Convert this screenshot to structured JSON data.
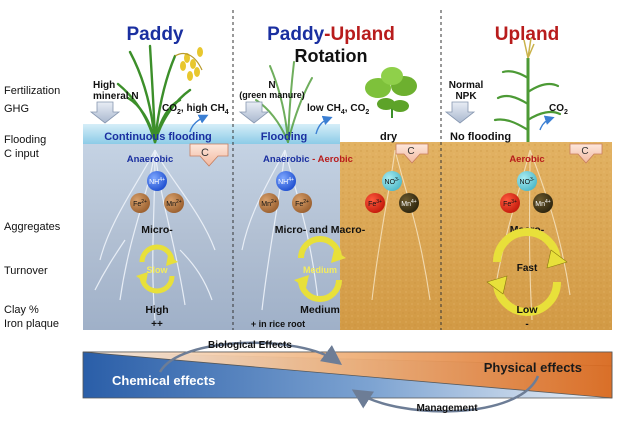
{
  "colors": {
    "paddy_title": "#1a2fa0",
    "upland_title": "#b81c1c",
    "soil_paddy": "#b9c6d8",
    "soil_upland": "#dba752",
    "water": "#a9d8ee",
    "chemical_arrow": "#2a5ea8",
    "physical_arrow": "#d9691e",
    "turnover_arrow": "#e8e03a"
  },
  "icons": [
    "down-arrow-icon",
    "curved-arrow-icon",
    "carbon-input-arrow-icon",
    "rice-plant-icon",
    "vegetable-plant-icon",
    "maize-plant-icon",
    "rotation-cycle-icon",
    "root-system-icon"
  ],
  "titles": {
    "paddy": "Paddy",
    "rotation_a": "Paddy",
    "rotation_dash": "-",
    "rotation_b": "Upland",
    "rotation_c": "Rotation",
    "upland": "Upland"
  },
  "row_labels": {
    "fertilization": "Fertilization",
    "ghg": "GHG",
    "flooding": "Flooding",
    "c_input": "C input",
    "aggregates": "Aggregates",
    "turnover": "Turnover",
    "clay": "Clay %",
    "iron_plaque": "Iron plaque"
  },
  "paddy": {
    "fert_1": "High",
    "fert_2": "mineral N",
    "ghg": "CO",
    "ghg_tail": ", high CH",
    "flooding": "Continuous flooding",
    "condition": "Anaerobic",
    "c_label": "C",
    "ion_1": "NH",
    "ion_1_sup": "4+",
    "ion_2": "Fe",
    "ion_2_sup": "2+",
    "ion_3": "Mn",
    "ion_3_sup": "2+",
    "aggregates": "Micro-",
    "turnover": "Slow",
    "clay": "High",
    "iron": "++"
  },
  "rotation": {
    "fert_1": "N",
    "fert_2": "(green manure)",
    "ghg": "low CH",
    "ghg_tail": ", CO",
    "flooding": "Flooding",
    "dry": "dry",
    "condition_a": "Anaerobic",
    "condition_b": " - Aerobic",
    "c_label": "C",
    "ion_1": "NH",
    "ion_1_sup": "4+",
    "ion_2": "Mn",
    "ion_2_sup": "2+",
    "ion_3": "Fe",
    "ion_3_sup": "2+",
    "ion_4": "NO",
    "ion_4_sup": "3-",
    "ion_5": "Fe",
    "ion_5_sup": "3+",
    "ion_6": "Mn",
    "ion_6_sup": "4+",
    "aggregates": "Micro- and Macro-",
    "turnover": "Medium",
    "clay": "Medium",
    "iron": "+ in rice root"
  },
  "upland": {
    "fert_1": "Normal",
    "fert_2": "NPK",
    "ghg": "CO",
    "flooding": "No flooding",
    "condition": "Aerobic",
    "c_label": "C",
    "ion_1": "NO",
    "ion_1_sup": "3-",
    "ion_2": "Fe",
    "ion_2_sup": "3+",
    "ion_3": "Mn",
    "ion_3_sup": "4+",
    "aggregates": "Macro-",
    "turnover": "Fast",
    "clay": "Low",
    "iron": "-"
  },
  "subscripts": {
    "two": "2",
    "four": "4"
  },
  "effects": {
    "biological": "Biological Effects",
    "chemical": "Chemical effects",
    "physical": "Physical effects",
    "management": "Management"
  }
}
